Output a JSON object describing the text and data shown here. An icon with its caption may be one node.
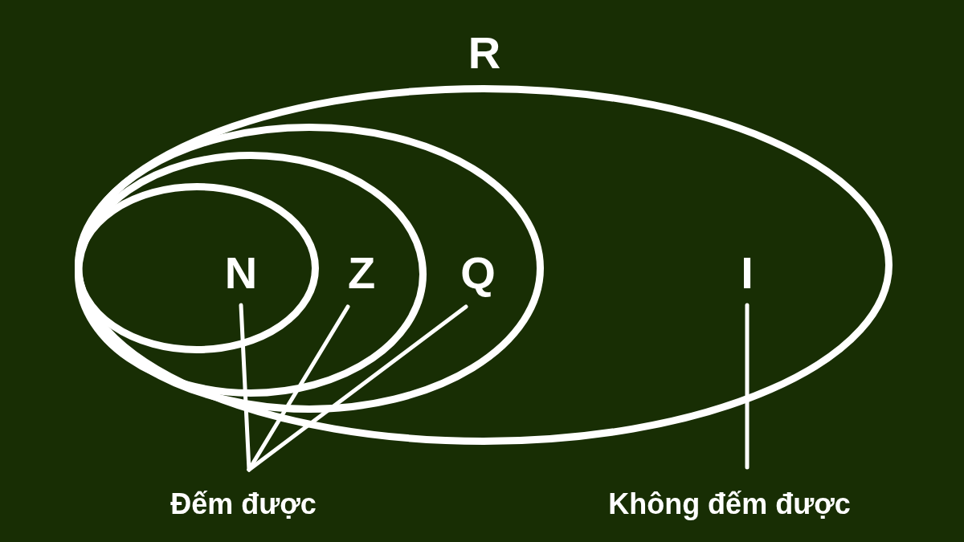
{
  "diagram": {
    "nodes": [
      {
        "text": [
          "R"
        ]
      },
      {
        "text": [
          "Q"
        ],
        "in": 0
      },
      {
        "text": [
          "Z"
        ],
        "in": 1
      },
      {
        "text": [
          "N"
        ],
        "in": 2
      },
      {
        "text": [
          "I"
        ],
        "in": 0
      },
      {
        "text": [
          "Đếm được"
        ]
      },
      {
        "text": [
          "Không đếm được"
        ]
      }
    ],
    "edges": [
      {
        "from": 5,
        "to": 3,
        "arrow": "none"
      },
      {
        "from": 5,
        "to": 2,
        "arrow": "none"
      },
      {
        "from": 5,
        "to": 1,
        "arrow": "none"
      },
      {
        "from": 6,
        "to": 4,
        "arrow": "none"
      }
    ]
  }
}
